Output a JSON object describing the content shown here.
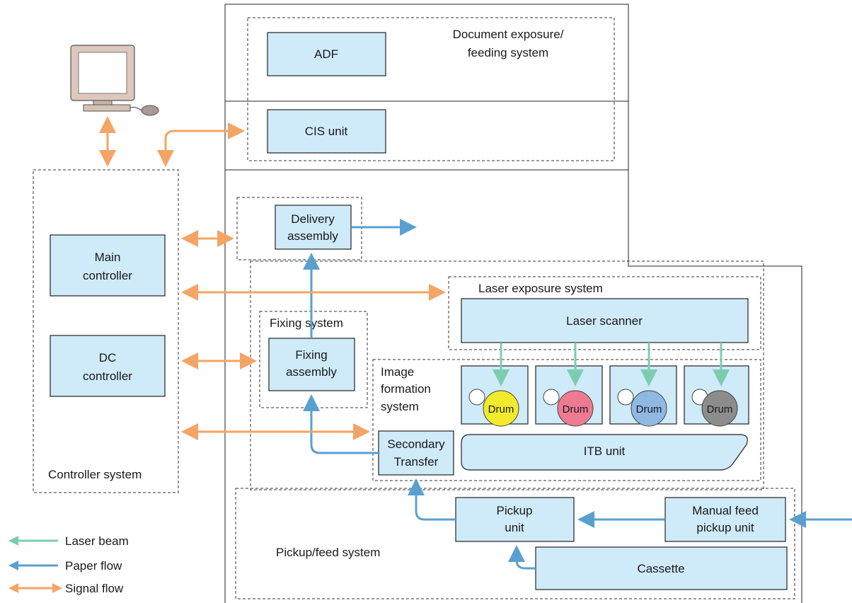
{
  "systems": {
    "document": "Document exposure/ feeding system",
    "controller": "Controller system",
    "fixing": "Fixing system",
    "laser": "Laser exposure system",
    "image": [
      "Image",
      "formation",
      "system"
    ],
    "pickup": "Pickup/feed system"
  },
  "units": {
    "adf": "ADF",
    "cis": "CIS unit",
    "delivery": [
      "Delivery",
      "assembly"
    ],
    "main_controller": [
      "Main",
      "controller"
    ],
    "dc_controller": [
      "DC",
      "controller"
    ],
    "fixing_assembly": [
      "Fixing",
      "assembly"
    ],
    "laser_scanner": "Laser scanner",
    "secondary_transfer": [
      "Secondary",
      "Transfer"
    ],
    "itb": "ITB unit",
    "pickup_unit": [
      "Pickup",
      "unit"
    ],
    "manual_feed": [
      "Manual feed",
      "pickup unit"
    ],
    "cassette": "Cassette"
  },
  "drums": [
    {
      "label": "Drum",
      "color": "#f2ea2c"
    },
    {
      "label": "Drum",
      "color": "#ee7a92"
    },
    {
      "label": "Drum",
      "color": "#8fb8e2"
    },
    {
      "label": "Drum",
      "color": "#8c8c8c"
    }
  ],
  "legend": [
    {
      "label": "Laser beam",
      "color": "#7ccdb0"
    },
    {
      "label": "Paper flow",
      "color": "#5aa0cf"
    },
    {
      "label": "Signal flow",
      "color": "#f4a464"
    }
  ],
  "icons": {
    "computer": "computer-icon"
  }
}
